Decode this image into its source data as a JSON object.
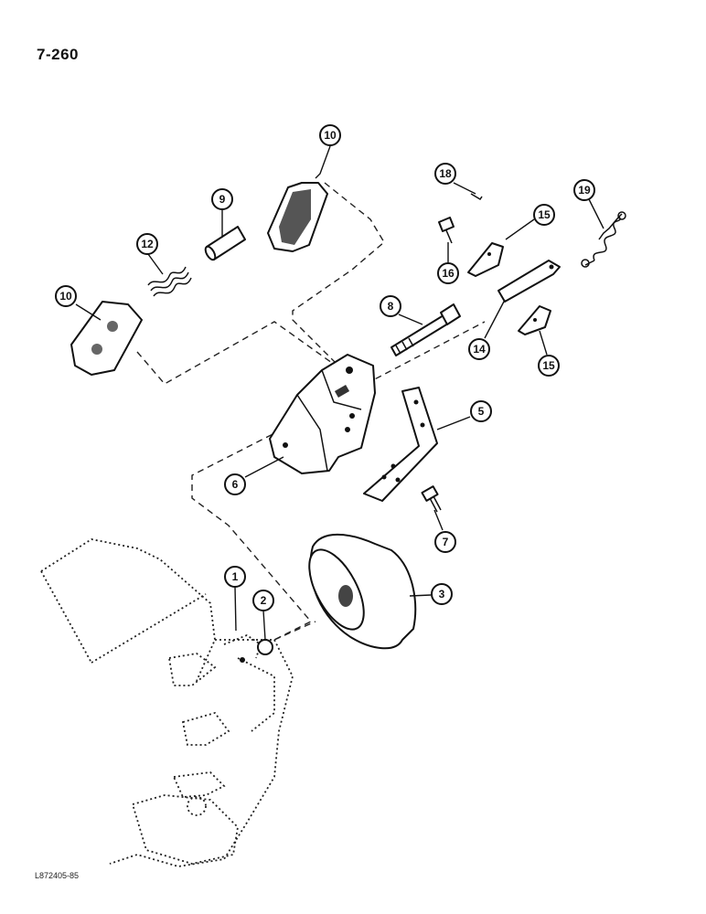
{
  "page_number": "7-260",
  "figure_code": "L872405-85",
  "callouts": [
    {
      "id": "c10a",
      "label": "10"
    },
    {
      "id": "c9",
      "label": "9"
    },
    {
      "id": "c12",
      "label": "12"
    },
    {
      "id": "c10b",
      "label": "10"
    },
    {
      "id": "c18",
      "label": "18"
    },
    {
      "id": "c16",
      "label": "16"
    },
    {
      "id": "c15a",
      "label": "15"
    },
    {
      "id": "c19",
      "label": "19"
    },
    {
      "id": "c8",
      "label": "8"
    },
    {
      "id": "c14",
      "label": "14"
    },
    {
      "id": "c15b",
      "label": "15"
    },
    {
      "id": "c5",
      "label": "5"
    },
    {
      "id": "c6",
      "label": "6"
    },
    {
      "id": "c7",
      "label": "7"
    },
    {
      "id": "c3",
      "label": "3"
    },
    {
      "id": "c1",
      "label": "1"
    },
    {
      "id": "c2",
      "label": "2"
    }
  ]
}
